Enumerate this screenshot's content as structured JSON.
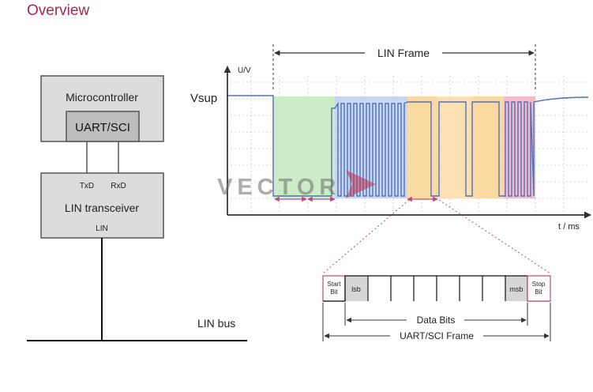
{
  "page": {
    "title": "Overview"
  },
  "block_diagram": {
    "microcontroller_label": "Microcontroller",
    "uart_label": "UART/SCI",
    "txd_label": "TxD",
    "rxd_label": "RxD",
    "transceiver_label": "LIN transceiver",
    "lin_pin_label": "LIN",
    "bus_label": "LIN bus"
  },
  "signal_plot": {
    "y_axis_label": "U/V",
    "x_axis_label": "t / ms",
    "vsup_label": "Vsup",
    "frame_label": "LIN Frame",
    "watermark_text": "VECTOR",
    "colors": {
      "green": "#c8ecc2",
      "blue": "#c3d3ec",
      "orange": "#fbd79e",
      "pink": "#f5b7c8",
      "signal": "#4f72b8",
      "marker": "#c4457a"
    }
  },
  "uart_frame": {
    "start_bit_label_1": "Start",
    "start_bit_label_2": "Bit",
    "lsb_label": "lsb",
    "msb_label": "msb",
    "stop_bit_label_1": "Stop",
    "stop_bit_label_2": "Bit",
    "data_bits_label": "Data Bits",
    "frame_label": "UART/SCI Frame"
  }
}
